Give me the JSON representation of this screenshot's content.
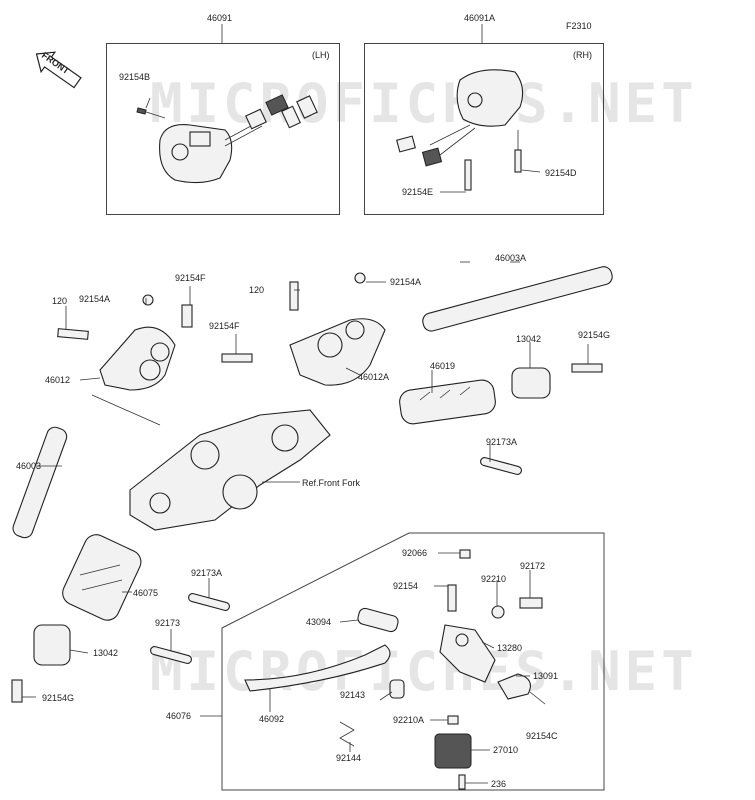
{
  "diagram_code": "F2310",
  "front_label": "FRONT",
  "watermark_text": "MICROFICHES.NET",
  "boxes": {
    "lh": {
      "title": "46091",
      "side": "(LH)"
    },
    "rh": {
      "title": "46091A",
      "side": "(RH)"
    },
    "lever": {
      "title": "46076"
    }
  },
  "labels": {
    "l92154B": "92154B",
    "l92154D": "92154D",
    "l92154E": "92154E",
    "l120_left": "120",
    "l92154A_left": "92154A",
    "l92154F_left": "92154F",
    "l46012": "46012",
    "l46003": "46003",
    "l120_mid": "120",
    "l92154A_mid": "92154A",
    "l92154F_mid": "92154F",
    "l46012A": "46012A",
    "l46003A": "46003A",
    "l46019": "46019",
    "l13042_right": "13042",
    "l92154G_right": "92154G",
    "l92173A_right": "92173A",
    "ref_front_fork": "Ref.Front Fork",
    "l46075": "46075",
    "l13042_left": "13042",
    "l92154G_left": "92154G",
    "l92173A_left": "92173A",
    "l92173": "92173",
    "l92066": "92066",
    "l92154": "92154",
    "l92210": "92210",
    "l92172": "92172",
    "l43094": "43094",
    "l13280": "13280",
    "l13091": "13091",
    "l46092": "46092",
    "l92143": "92143",
    "l92210A": "92210A",
    "l92154C": "92154C",
    "l92144": "92144",
    "l27010": "27010",
    "l236": "236"
  }
}
